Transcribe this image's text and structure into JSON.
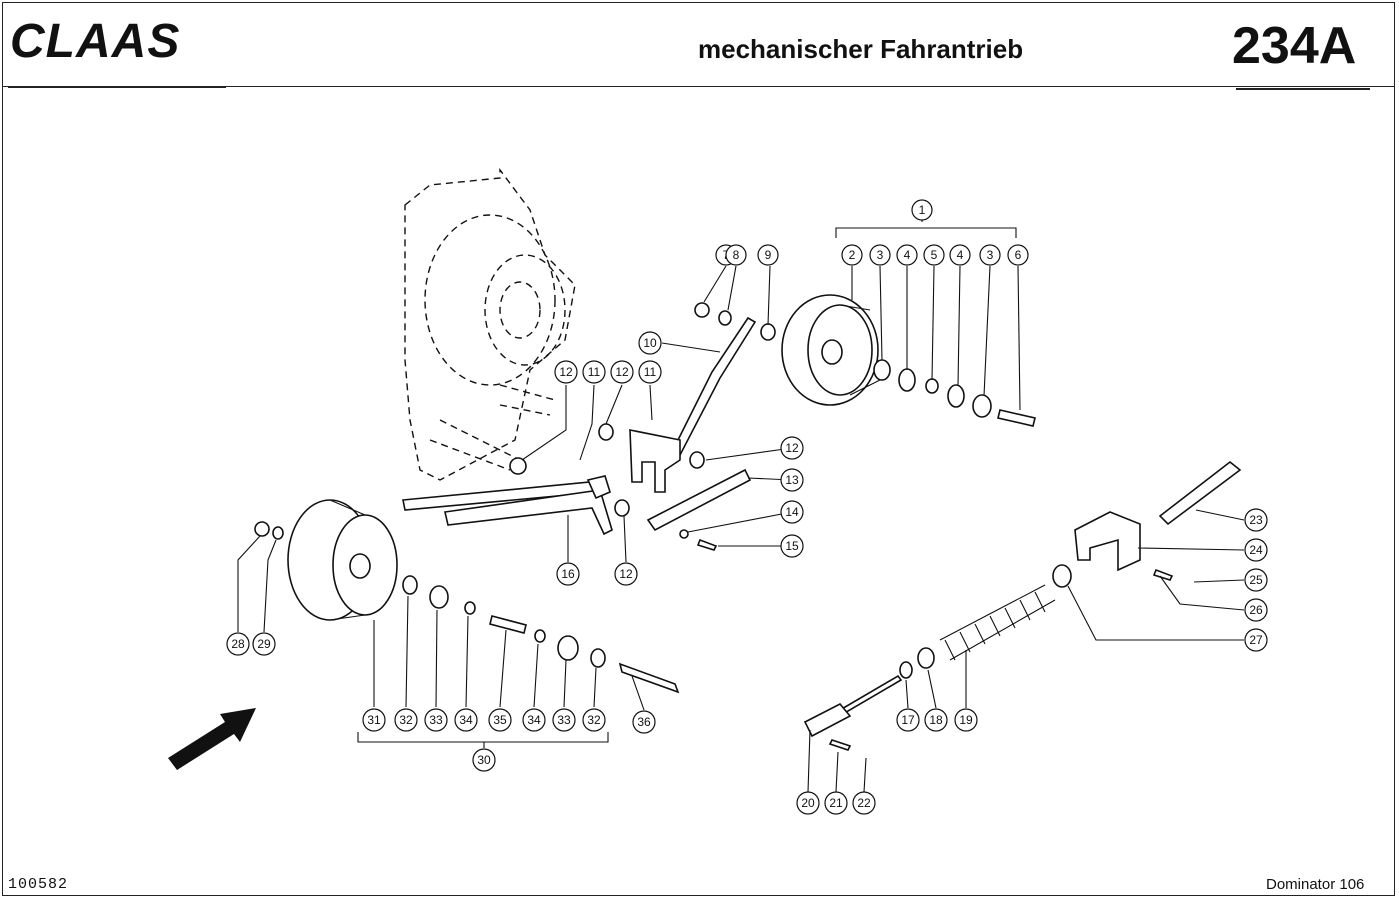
{
  "header": {
    "logo_text": "CLAAS",
    "title": "mechanischer Fahrantrieb",
    "page_number": "234A"
  },
  "footer": {
    "reference": "100582",
    "model": "Dominator 106"
  },
  "callouts": {
    "n1": "1",
    "n2": "2",
    "n3a": "3",
    "n4a": "4",
    "n5": "5",
    "n4b": "4",
    "n3b": "3",
    "n6": "6",
    "n7": "7",
    "n8": "8",
    "n9": "9",
    "n10": "10",
    "n11a": "11",
    "n11b": "11",
    "n12a": "12",
    "n12b": "12",
    "n12c": "12",
    "n12d": "12",
    "n13": "13",
    "n14": "14",
    "n15": "15",
    "n16": "16",
    "n17": "17",
    "n18": "18",
    "n19": "19",
    "n20": "20",
    "n21": "21",
    "n22": "22",
    "n23": "23",
    "n24": "24",
    "n25": "25",
    "n26": "26",
    "n27": "27",
    "n28": "28",
    "n29": "29",
    "n30": "30",
    "n31": "31",
    "n32a": "32",
    "n33a": "33",
    "n34a": "34",
    "n35": "35",
    "n34b": "34",
    "n33b": "33",
    "n32b": "32",
    "n36": "36"
  }
}
